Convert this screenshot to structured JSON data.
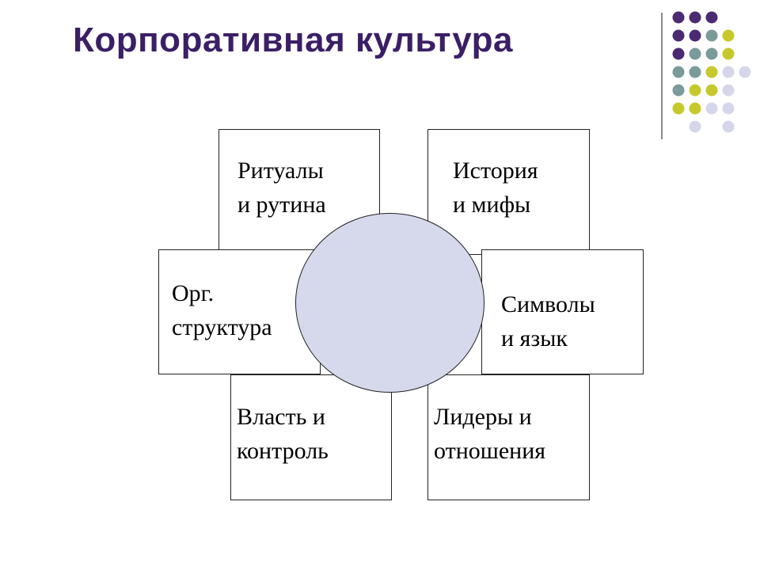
{
  "slide": {
    "title": "Корпоративная культура"
  },
  "decoration": {
    "dot_colors": {
      "purple": "#4b2a73",
      "teal": "#7b9a9c",
      "olive": "#c6c92c",
      "lavender": "#d5d6ea"
    }
  },
  "diagram": {
    "circle_color": "#d6d8ec",
    "elements": {
      "rituals": {
        "line1": "Ритуалы",
        "line2": "и рутина"
      },
      "history": {
        "line1": "История",
        "line2": "и мифы"
      },
      "structure": {
        "line1": "Орг.",
        "line2": "структура"
      },
      "symbols": {
        "line1": "Символы",
        "line2": "и язык"
      },
      "power": {
        "line1": "Власть и",
        "line2": "контроль"
      },
      "leaders": {
        "line1": "Лидеры и",
        "line2": "отношения"
      }
    }
  }
}
